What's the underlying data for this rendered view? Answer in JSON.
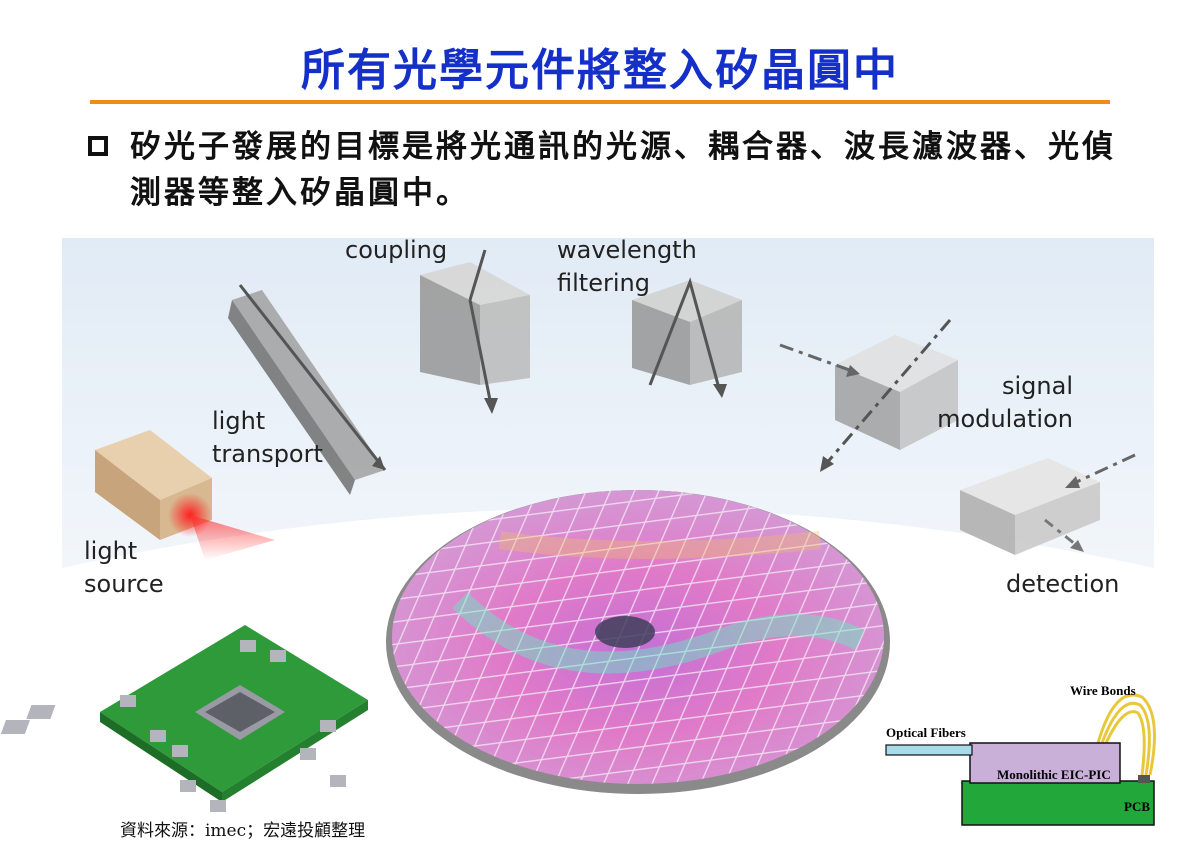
{
  "title": "所有光學元件將整入矽晶圓中",
  "bullet": "矽光子發展的目標是將光通訊的光源、耦合器、波長濾波器、光偵測器等整入矽晶圓中。",
  "labels": {
    "light_source": [
      "light",
      "source"
    ],
    "light_transport": [
      "light",
      "transport"
    ],
    "coupling": "coupling",
    "wavelength_filtering": [
      "wavelength",
      "filtering"
    ],
    "signal_modulation": [
      "signal",
      "modulation"
    ],
    "detection": "detection"
  },
  "package_diagram": {
    "wire_bonds": "Wire Bonds",
    "optical_fibers": "Optical Fibers",
    "chip": "Monolithic EIC-PIC",
    "pcb": "PCB"
  },
  "source": "資料來源：imec；宏遠投顧整理",
  "colors": {
    "title": "#1530c8",
    "rule": "#f28a1a",
    "chip": "#c9b0d8",
    "pcb": "#22a83a"
  }
}
